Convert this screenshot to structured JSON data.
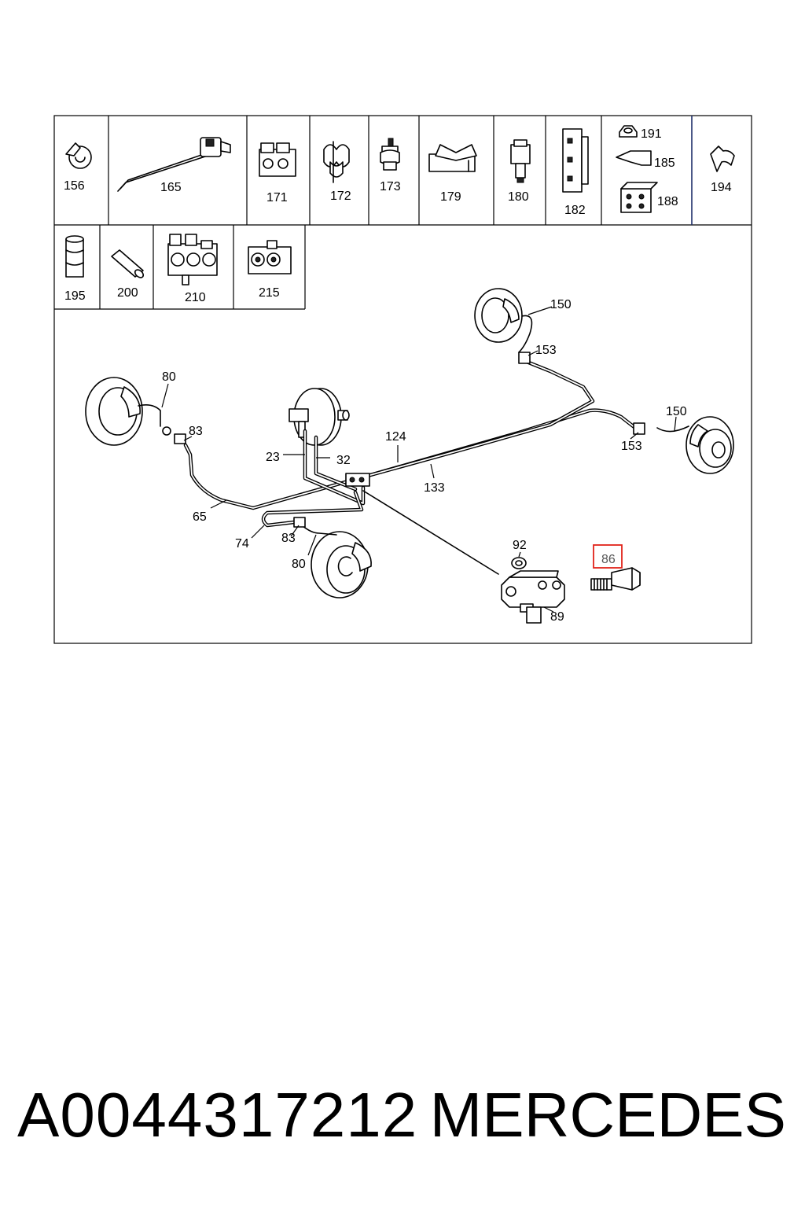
{
  "parts_grid": {
    "row1": [
      "156",
      "165",
      "171",
      "172",
      "173",
      "179",
      "180",
      "182",
      "191",
      "185",
      "188",
      "194"
    ],
    "row2": [
      "195",
      "200",
      "210",
      "215"
    ]
  },
  "callouts": {
    "c150a": "150",
    "c153a": "153",
    "c150b": "150",
    "c153b": "153",
    "c80a": "80",
    "c83a": "83",
    "c23": "23",
    "c32": "32",
    "c124": "124",
    "c133": "133",
    "c65": "65",
    "c74": "74",
    "c83b": "83",
    "c80b": "80",
    "c92": "92",
    "c86": "86",
    "c89": "89"
  },
  "highlight": {
    "part": "86",
    "color": "#e2231a"
  },
  "footer": {
    "part_number": "A0044317212",
    "brand": "MERCEDES"
  }
}
